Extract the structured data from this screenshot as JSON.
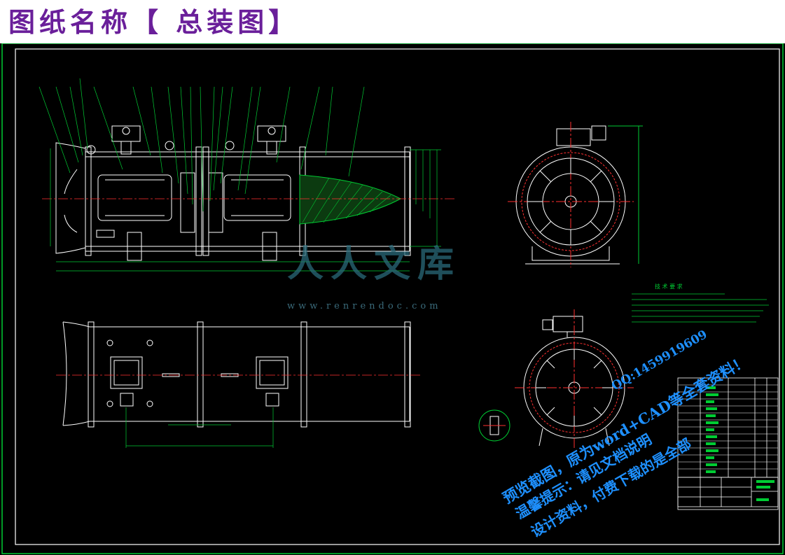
{
  "header": {
    "title": "图纸名称【 总装图】",
    "title_color": "#6a1f9a"
  },
  "drawing": {
    "frame_color": "#ffffff",
    "line_color": "#ffffff",
    "center_color": "#ff3030",
    "leader_color": "#00cc33",
    "hatch_color": "#00cc33",
    "dimension_color": "#00cc33",
    "tech_title": "技 术 要 求"
  },
  "watermark": {
    "brand": "人人文库",
    "url": "www.renrendoc.com",
    "line1": "预览截图，原为word+CAD等全套资料！",
    "line2": "QQ:1459919609",
    "line3": "温馨提示：请见文档说明",
    "line4": "设计资料，付费下载的是全部",
    "color": "#1e90ff"
  }
}
